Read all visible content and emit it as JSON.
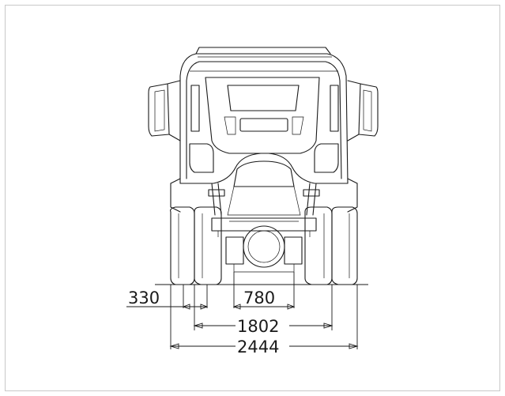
{
  "drawing": {
    "subject": "truck-front-view",
    "dimensions": {
      "overhang": "330",
      "frame_width": "780",
      "track_width": "1802",
      "overall_width": "2444"
    }
  }
}
